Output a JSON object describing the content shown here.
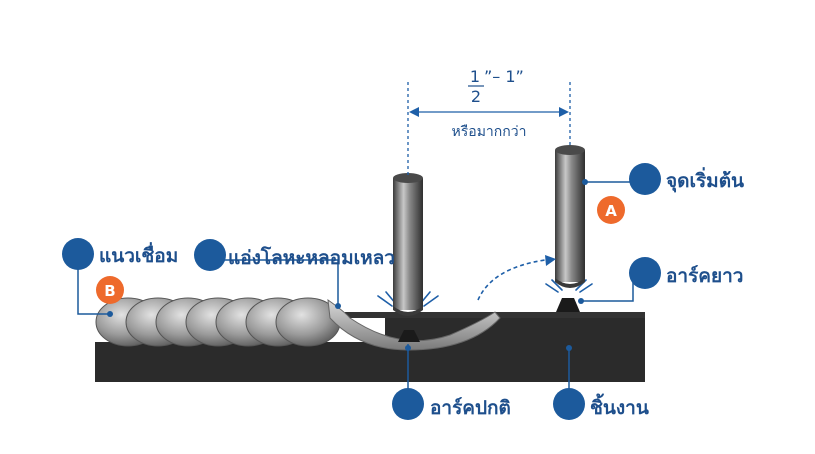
{
  "dimension": {
    "numerator": "1",
    "denominator": "2",
    "dash_value": "”– 1”",
    "caption": "หรือมากกว่า"
  },
  "labels": {
    "start_point": "จุดเริ่มต้น",
    "long_arc": "อาร์คยาว",
    "weld_bead": "แนวเชื่อม",
    "molten_pool": "แอ่งโลหะหลอมเหลว",
    "normal_arc": "อาร์คปกติ",
    "workpiece": "ชิ้นงาน"
  },
  "badges": {
    "a": "A",
    "b": "B"
  },
  "colors": {
    "callout_blue": "#1c5a9c",
    "badge_orange": "#ee6a2c",
    "workpiece_dark": "#2b2b2b",
    "label_blue": "#1e4f8c"
  }
}
